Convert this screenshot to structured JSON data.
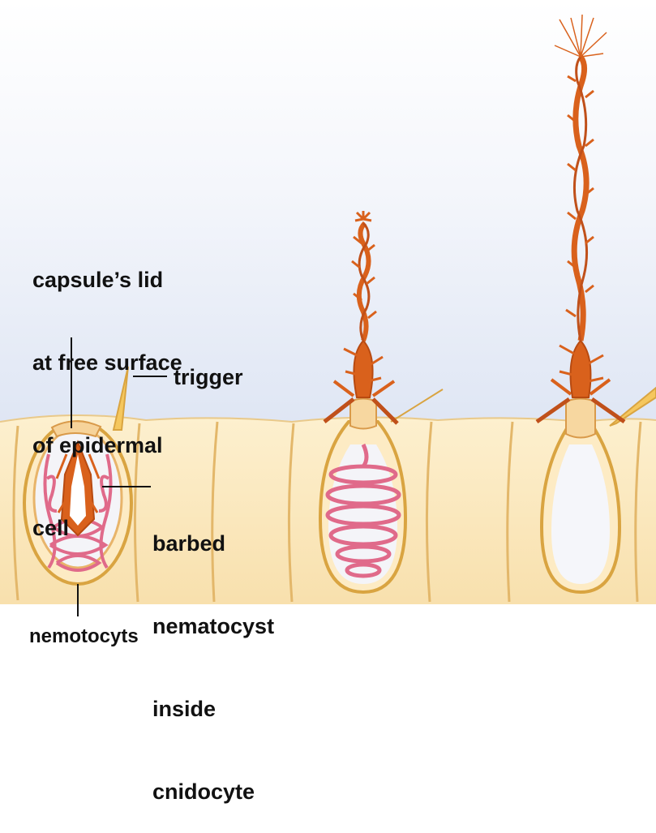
{
  "labels": {
    "capsule_lid": [
      "capsule’s lid",
      "at free surface",
      "of epidermal",
      "cell"
    ],
    "trigger": "trigger",
    "barbed": [
      "barbed",
      "nematocyst",
      "inside",
      "cnidocyte"
    ],
    "nemotocyts": "nemotocyts"
  },
  "colors": {
    "background_top": "#ffffff",
    "background_bottom": "#e4eaf6",
    "epidermis": "#fbe7bd",
    "cell_outline": "#d9a441",
    "thread": "#d9611c",
    "coil": "#e06a8a",
    "capsule": "#f7d7a0"
  }
}
